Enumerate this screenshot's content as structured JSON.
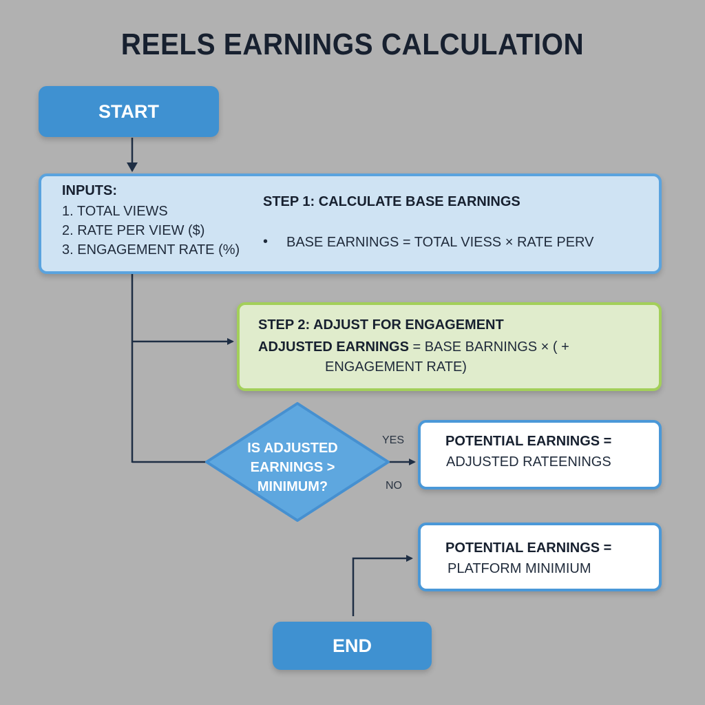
{
  "title": "REELS EARNINGS CALCULATION",
  "start": "START",
  "end": "END",
  "inputs": {
    "heading": "INPUTS:",
    "items": [
      "1. TOTAL VIEWS",
      "2. RATE PER VIEW ($)",
      "3. ENGAGEMENT RATE (%)"
    ]
  },
  "step1": {
    "heading": "STEP 1: CALCULATE BASE EARNINGS",
    "bullet": "•",
    "formula": "BASE EARNINGS = TOTAL VIESS × RATE PERV"
  },
  "step2": {
    "heading": "STEP 2: ADJUST FOR ENGAGEMENT",
    "formula_bold": "ADJUSTED EARNINGS",
    "formula_rest": " = BASE BARNINGS × ( +",
    "formula_line2": "ENGAGEMENT RATE)"
  },
  "decision": {
    "lines": [
      "IS ADJUSTED",
      "EARNINGS >",
      "MINIMUM?"
    ],
    "yes_label": "YES",
    "no_label": "NO"
  },
  "outcome_yes": {
    "heading": "POTENTIAL EARNINGS =",
    "value": "ADJUSTED RATEENINGS"
  },
  "outcome_no": {
    "heading": "POTENTIAL EARNINGS =",
    "value": "PLATFORM MINIMIUM"
  },
  "colors": {
    "terminal": "#3f91d1",
    "process_blue": "#cfe3f3",
    "process_green": "#e0eccc",
    "decision": "#5ea7df",
    "connector": "#1e2e44"
  }
}
